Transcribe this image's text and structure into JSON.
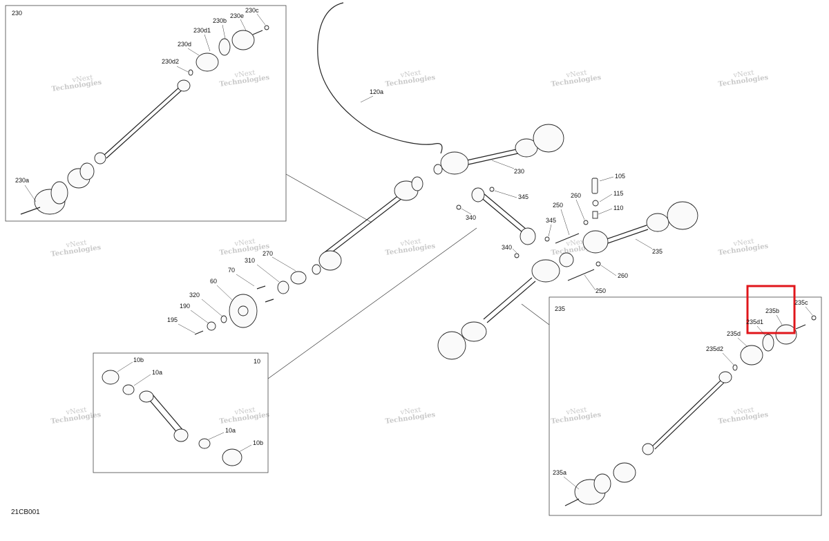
{
  "diagram": {
    "code": "21CB001",
    "highlight_color": "#e0161b",
    "watermark_line1": "vNext",
    "watermark_line2": "Technologies",
    "watermark_full": "vNext Technologies"
  },
  "inset_230": {
    "title": "230",
    "labels": [
      "230c",
      "230e",
      "230b",
      "230d1",
      "230d",
      "230d2",
      "230a"
    ]
  },
  "main_labels": {
    "l120a": "120a",
    "l230": "230",
    "l345a": "345",
    "l340a": "340",
    "l345b": "345",
    "l340b": "340",
    "l105": "105",
    "l115": "115",
    "l110": "110",
    "l260a": "260",
    "l250a": "250",
    "l235": "235",
    "l260b": "260",
    "l250b": "250",
    "l270": "270",
    "l310": "310",
    "l70": "70",
    "l60": "60",
    "l320": "320",
    "l190": "190",
    "l195": "195"
  },
  "inset_10": {
    "title": "10",
    "labels": [
      "10b",
      "10a",
      "10a",
      "10b"
    ]
  },
  "inset_235": {
    "title": "235",
    "labels": [
      "235c",
      "235b",
      "235d1",
      "235d",
      "235d2",
      "235a"
    ]
  }
}
